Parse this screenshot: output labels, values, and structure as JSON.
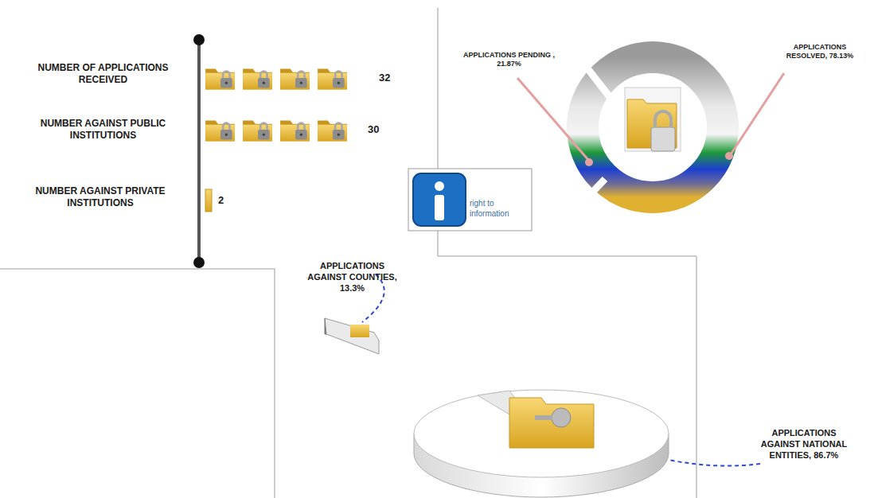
{
  "diagram": {
    "labels": [
      "NUMBER OF APPLICATIONS RECEIVED",
      "32",
      "NUMBER AGAINST PUBLIC INSTITUTIONS",
      "30",
      "NUMBER AGAINST PRIVATE INSTITUTIONS",
      "2",
      "APPLICATIONS PENDING , 21.87%",
      "APPLICATIONS RESOLVED, 78.13%",
      "right to information",
      "APPLICATIONS AGAINST COUNTIES, 13.3%",
      "APPLICATIONS AGAINST NATIONAL ENTITIES, 86.7%"
    ]
  }
}
